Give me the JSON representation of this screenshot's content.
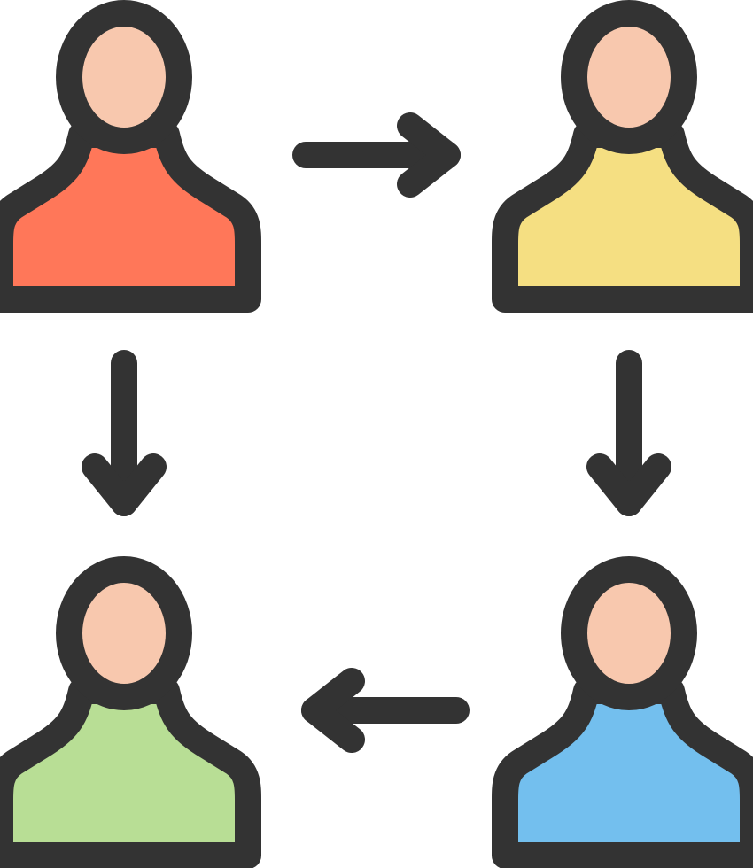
{
  "icon": "people-cycle-icon",
  "colors": {
    "outline": "#333333",
    "skin": "#F8C8AE",
    "person_top_left_shirt": "#FF7759",
    "person_top_right_shirt": "#F5DF82",
    "person_bottom_left_shirt": "#B8DE95",
    "person_bottom_right_shirt": "#73BFEE"
  },
  "people": [
    {
      "id": "top-left",
      "shirt_color": "#FF7759",
      "icon": "person-icon"
    },
    {
      "id": "top-right",
      "shirt_color": "#F5DF82",
      "icon": "person-icon"
    },
    {
      "id": "bottom-right",
      "shirt_color": "#73BFEE",
      "icon": "person-icon"
    },
    {
      "id": "bottom-left",
      "shirt_color": "#B8DE95",
      "icon": "person-icon"
    }
  ],
  "arrows": [
    {
      "from": "top-left",
      "to": "top-right",
      "direction": "right",
      "icon": "arrow-right-icon"
    },
    {
      "from": "top-right",
      "to": "bottom-right",
      "direction": "down",
      "icon": "arrow-down-icon"
    },
    {
      "from": "bottom-right",
      "to": "bottom-left",
      "direction": "left",
      "icon": "arrow-left-icon"
    },
    {
      "from": "top-left",
      "to": "bottom-left",
      "direction": "down",
      "icon": "arrow-down-icon"
    }
  ]
}
